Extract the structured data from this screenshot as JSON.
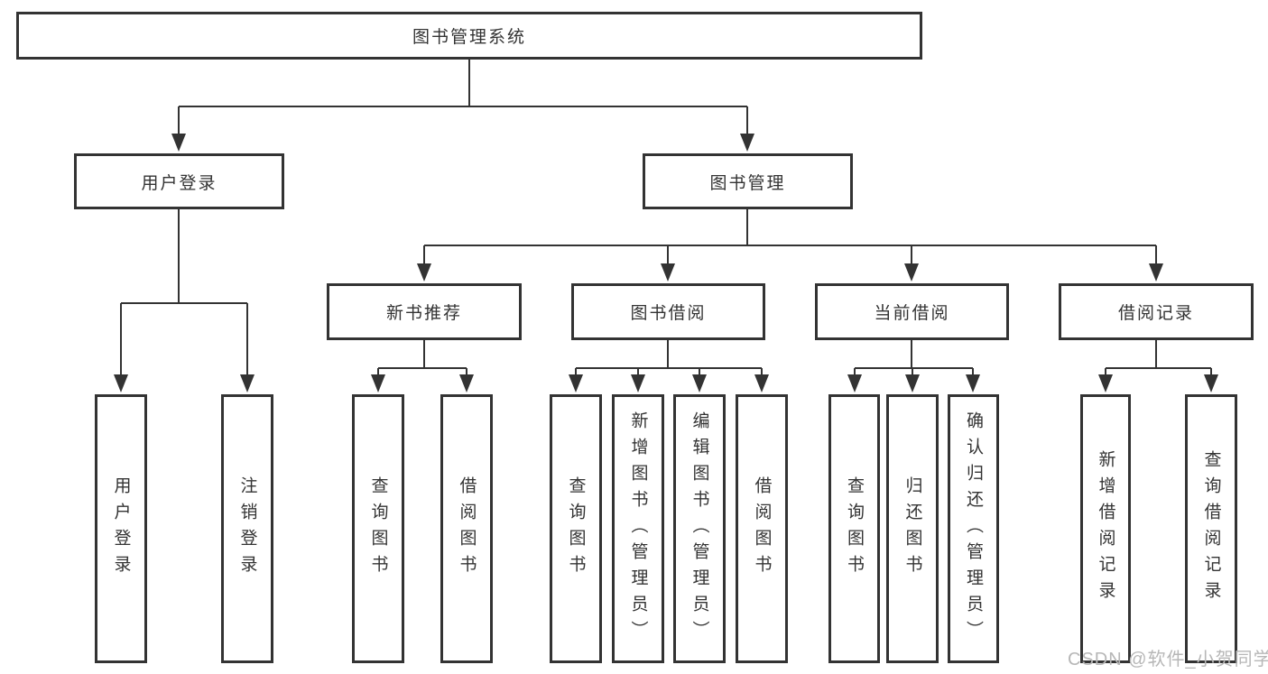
{
  "colors": {
    "line": "#333333",
    "box_border": "#333333",
    "box_background": "#ffffff",
    "text": "#333333",
    "watermark": "#b7b7b7"
  },
  "watermark": {
    "text": "CSDN @软件_小贺同学"
  },
  "diagram": {
    "type": "hierarchy-tree",
    "root": {
      "label": "图书管理系统"
    },
    "branches": [
      {
        "label": "用户登录",
        "leaves": [
          "用户登录",
          "注销登录"
        ]
      },
      {
        "label": "图书管理",
        "sections": [
          {
            "label": "新书推荐",
            "leaves": [
              "查询图书",
              "借阅图书"
            ]
          },
          {
            "label": "图书借阅",
            "leaves": [
              "查询图书",
              "新增图书（管理员）",
              "编辑图书（管理员）",
              "借阅图书"
            ]
          },
          {
            "label": "当前借阅",
            "leaves": [
              "查询图书",
              "归还图书",
              "确认归还（管理员）"
            ]
          },
          {
            "label": "借阅记录",
            "leaves": [
              "新增借阅记录",
              "查询借阅记录"
            ]
          }
        ]
      }
    ]
  }
}
